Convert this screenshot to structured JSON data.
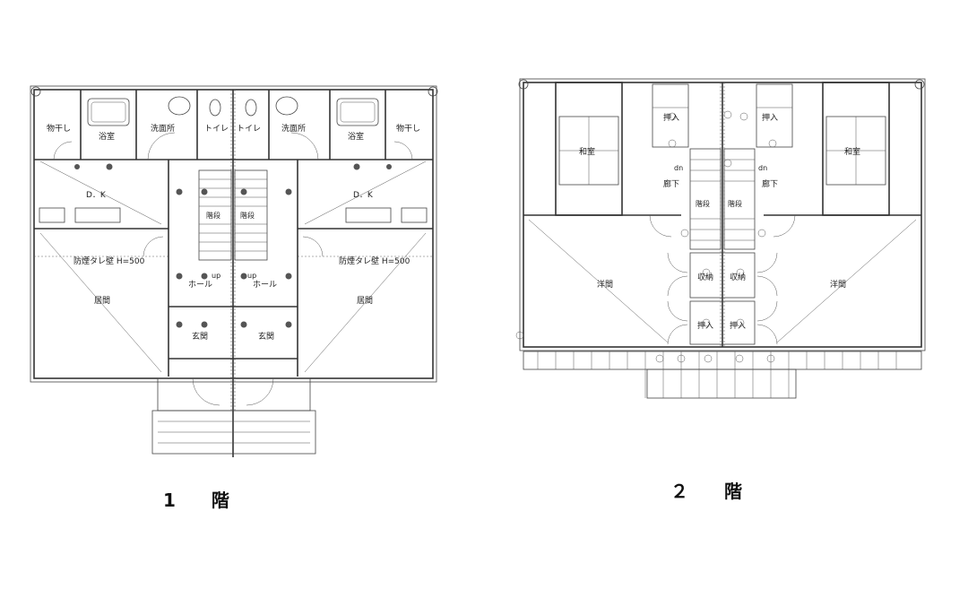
{
  "floors": [
    {
      "id": "floor1",
      "title": "1　　階",
      "rooms": {
        "drying_left": "物干し",
        "bath_left": "浴室",
        "wash_left": "洗面所",
        "toilet_left": "トイレ",
        "toilet_right": "トイレ",
        "wash_right": "洗面所",
        "bath_right": "浴室",
        "drying_right": "物干し",
        "dk_left": "D．K",
        "dk_right": "D．K",
        "stairs_left": "階段",
        "stairs_right": "階段",
        "smoke_wall_left": "防煙タレ壁 H=500",
        "smoke_wall_right": "防煙タレ壁 H=500",
        "up_left": "up",
        "up_right": "up",
        "hall_left": "ホール",
        "hall_right": "ホール",
        "living_left": "居間",
        "living_right": "居間",
        "entrance_left": "玄関",
        "entrance_right": "玄関"
      }
    },
    {
      "id": "floor2",
      "title": "２　　階",
      "rooms": {
        "washitsu_left": "和室",
        "washitsu_right": "和室",
        "oshiire_left": "押入",
        "oshiire_right": "押入",
        "dn_left": "dn",
        "dn_right": "dn",
        "corridor_left": "廊下",
        "corridor_right": "廊下",
        "stairs_left": "階段",
        "stairs_right": "階段",
        "storage_left": "収納",
        "storage_right": "収納",
        "oshiire2_left": "押入",
        "oshiire2_right": "押入",
        "western_left": "洋間",
        "western_right": "洋間"
      }
    }
  ]
}
